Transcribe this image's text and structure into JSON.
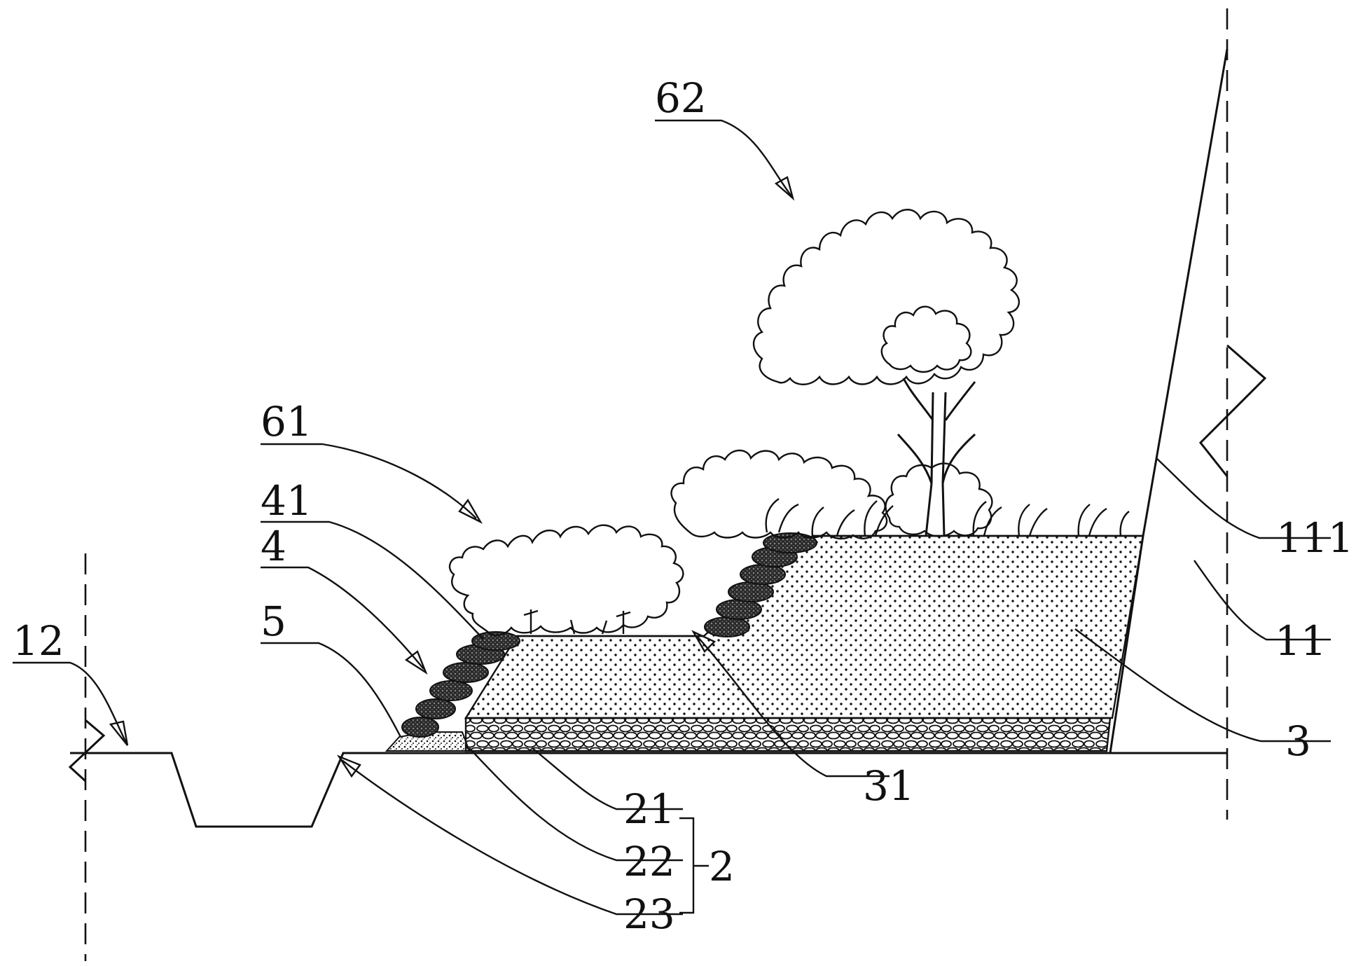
{
  "figure": {
    "labels": {
      "l62": "62",
      "l61": "61",
      "l41": "41",
      "l4": "4",
      "l5": "5",
      "l12": "12",
      "l111": "111",
      "l11": "11",
      "l3": "3",
      "l31": "31",
      "l21": "21",
      "l22": "22",
      "l23": "23",
      "l2": "2"
    }
  }
}
